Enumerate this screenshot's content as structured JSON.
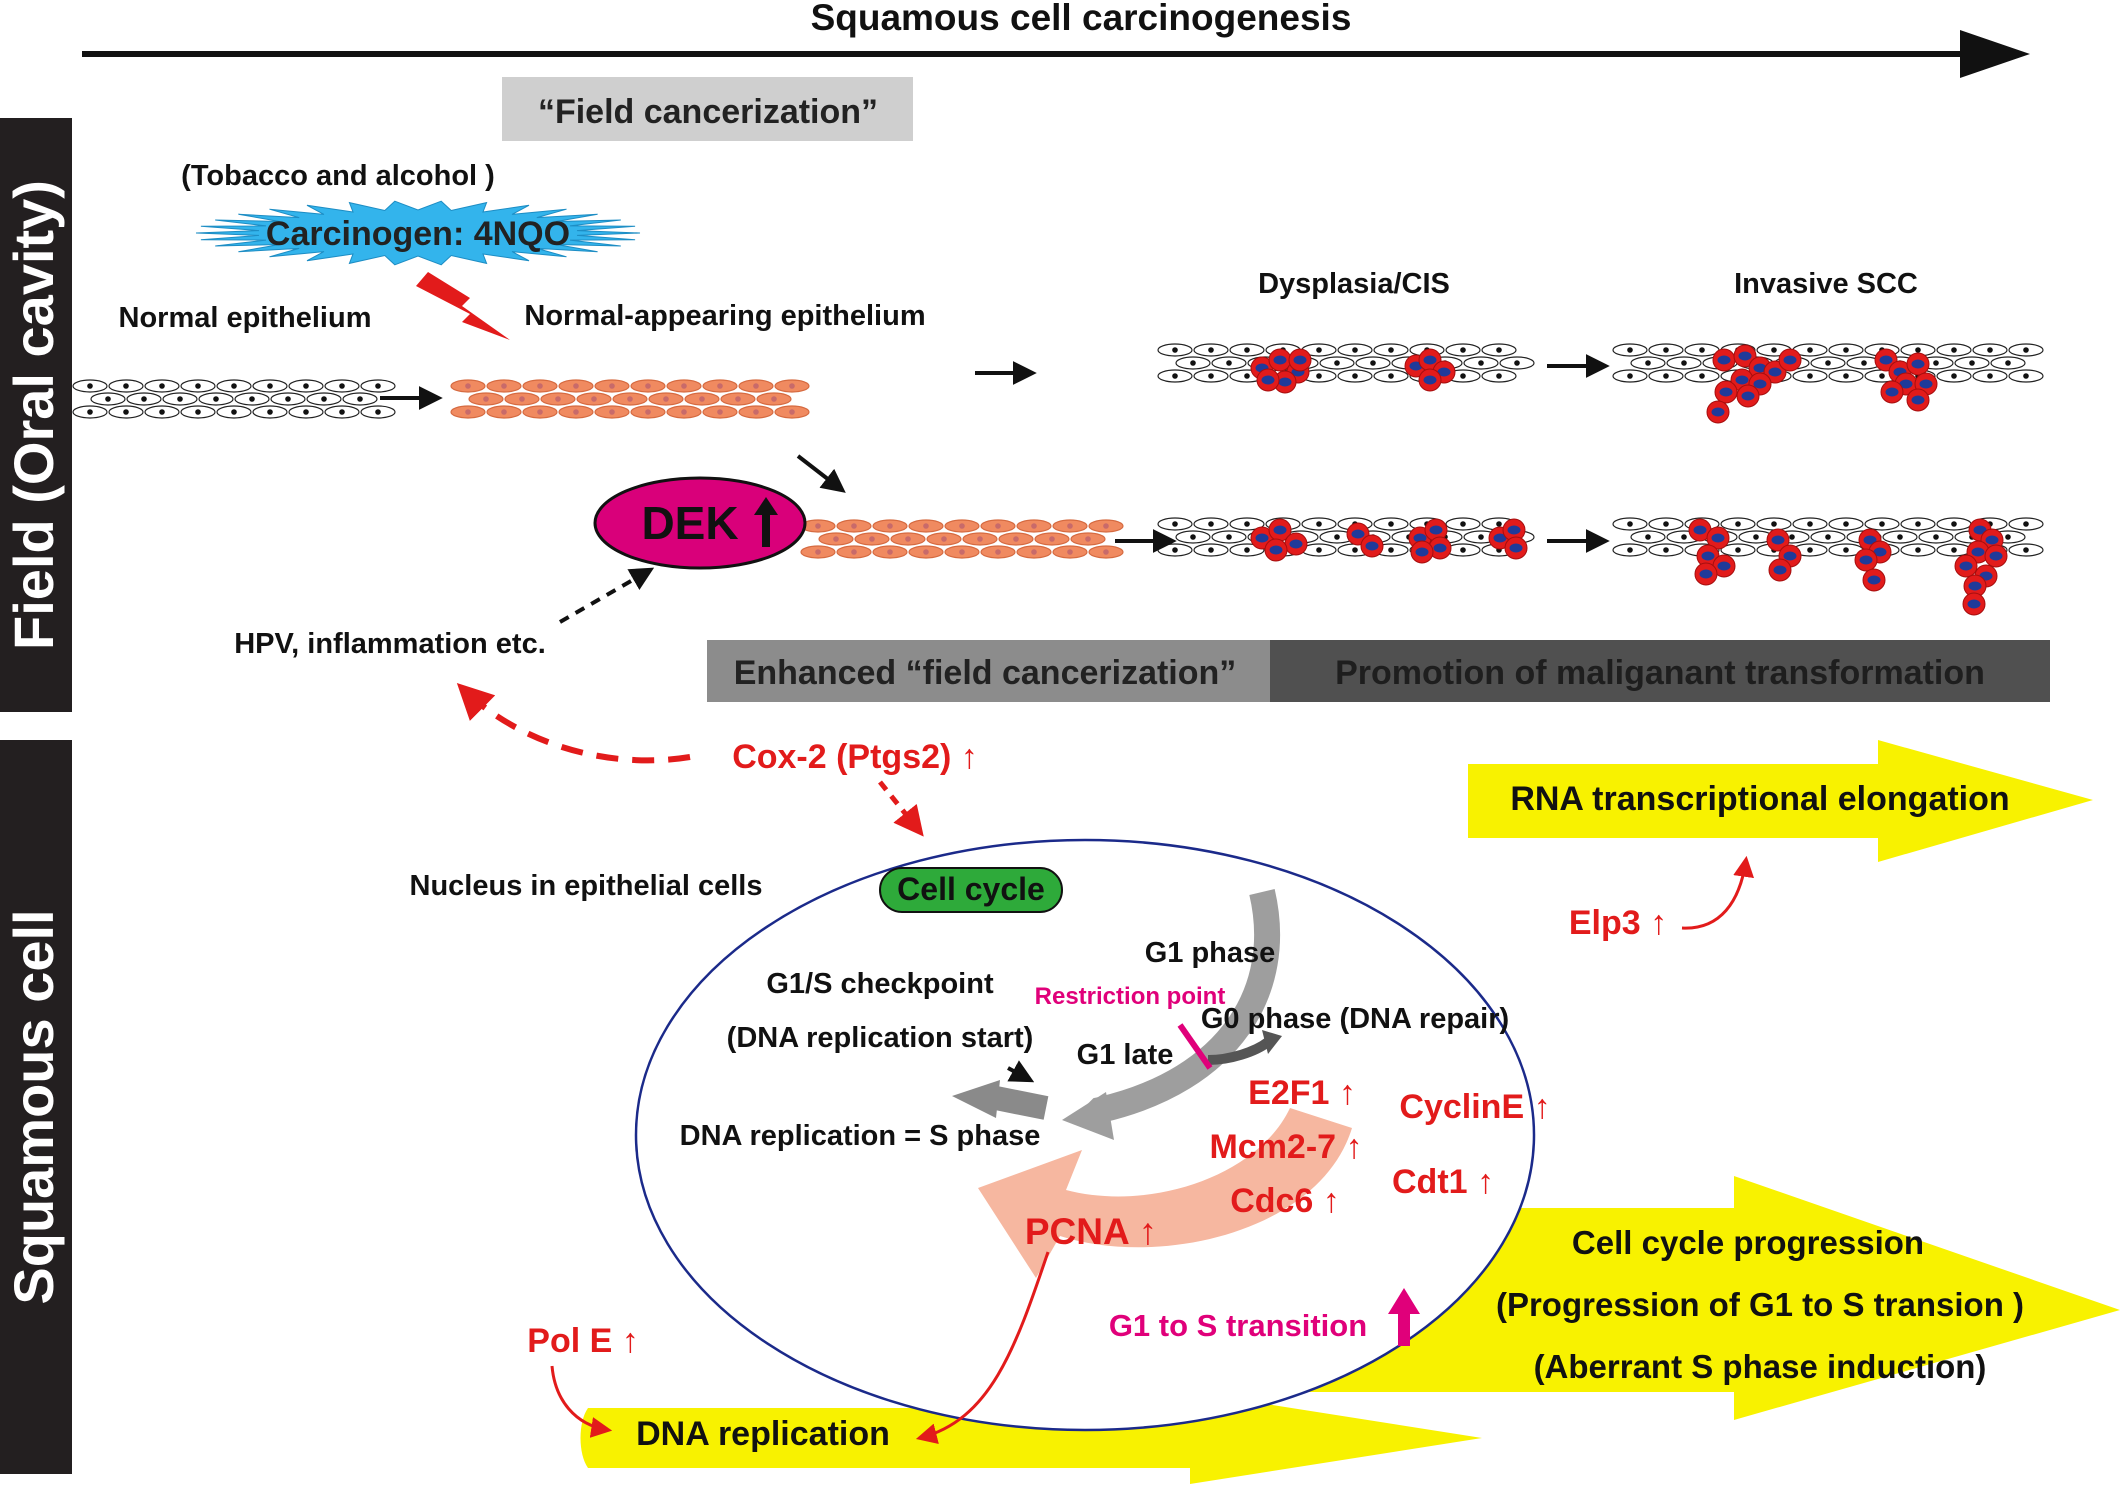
{
  "header": {
    "title": "Squamous cell carcinogenesis"
  },
  "side_labels": {
    "field": "Field (Oral cavity)",
    "cell": "Squamous cell"
  },
  "field_cancerization": "“Field cancerization”",
  "carcinogen": {
    "source": "(Tobacco and alcohol )",
    "name": "Carcinogen: 4NQO"
  },
  "stages": {
    "normal": "Normal epithelium",
    "normal_appearing": "Normal-appearing epithelium",
    "dysplasia": "Dysplasia/CIS",
    "invasive": "Invasive SCC"
  },
  "dek": {
    "label": "DEK"
  },
  "hpv": "HPV, inflammation etc.",
  "banner": {
    "left": "Enhanced “field cancerization”",
    "right": "Promotion of maliganant transformation"
  },
  "cox2": "Cox-2 (Ptgs2) ↑",
  "rna_elongation": "RNA transcriptional elongation",
  "elp3": "Elp3 ↑",
  "nucleus": {
    "label": "Nucleus in epithelial cells",
    "cell_cycle": "Cell cycle",
    "g1_phase": "G1 phase",
    "g1s_checkpoint": "G1/S checkpoint",
    "restriction_point": "Restriction point",
    "dna_replication_start": "(DNA replication start)",
    "g0_phase": "G0 phase (DNA repair)",
    "g1_late": "G1 late",
    "s_phase": "DNA replication = S phase",
    "g1_to_s": "G1 to S transition"
  },
  "genes": {
    "e2f1": "E2F1 ↑",
    "cycline": "CyclinE ↑",
    "mcm": "Mcm2-7 ↑",
    "cdt1": "Cdt1 ↑",
    "cdc6": "Cdc6 ↑",
    "pcna": "PCNA ↑",
    "pole": "Pol E ↑"
  },
  "progression": {
    "line1": "Cell cycle progression",
    "line2": "(Progression of G1 to S transion )",
    "line3": "(Aberrant S phase induction)"
  },
  "dna_replication": "DNA replication",
  "colors": {
    "red": "#e21b1b",
    "magenta": "#e0007a",
    "yellow": "#f8f200",
    "salmon": "#f6b7a0",
    "cyan": "#33b4ec",
    "green": "#2eaa3a",
    "dek": "#d9007a",
    "orange_cell": "#f08a60",
    "grey_arrow": "#9e9e9e"
  },
  "icons": [
    "cell-sheet-icon",
    "tumor-cell-icon",
    "burst-icon",
    "lightning-icon",
    "arrow-icon"
  ]
}
